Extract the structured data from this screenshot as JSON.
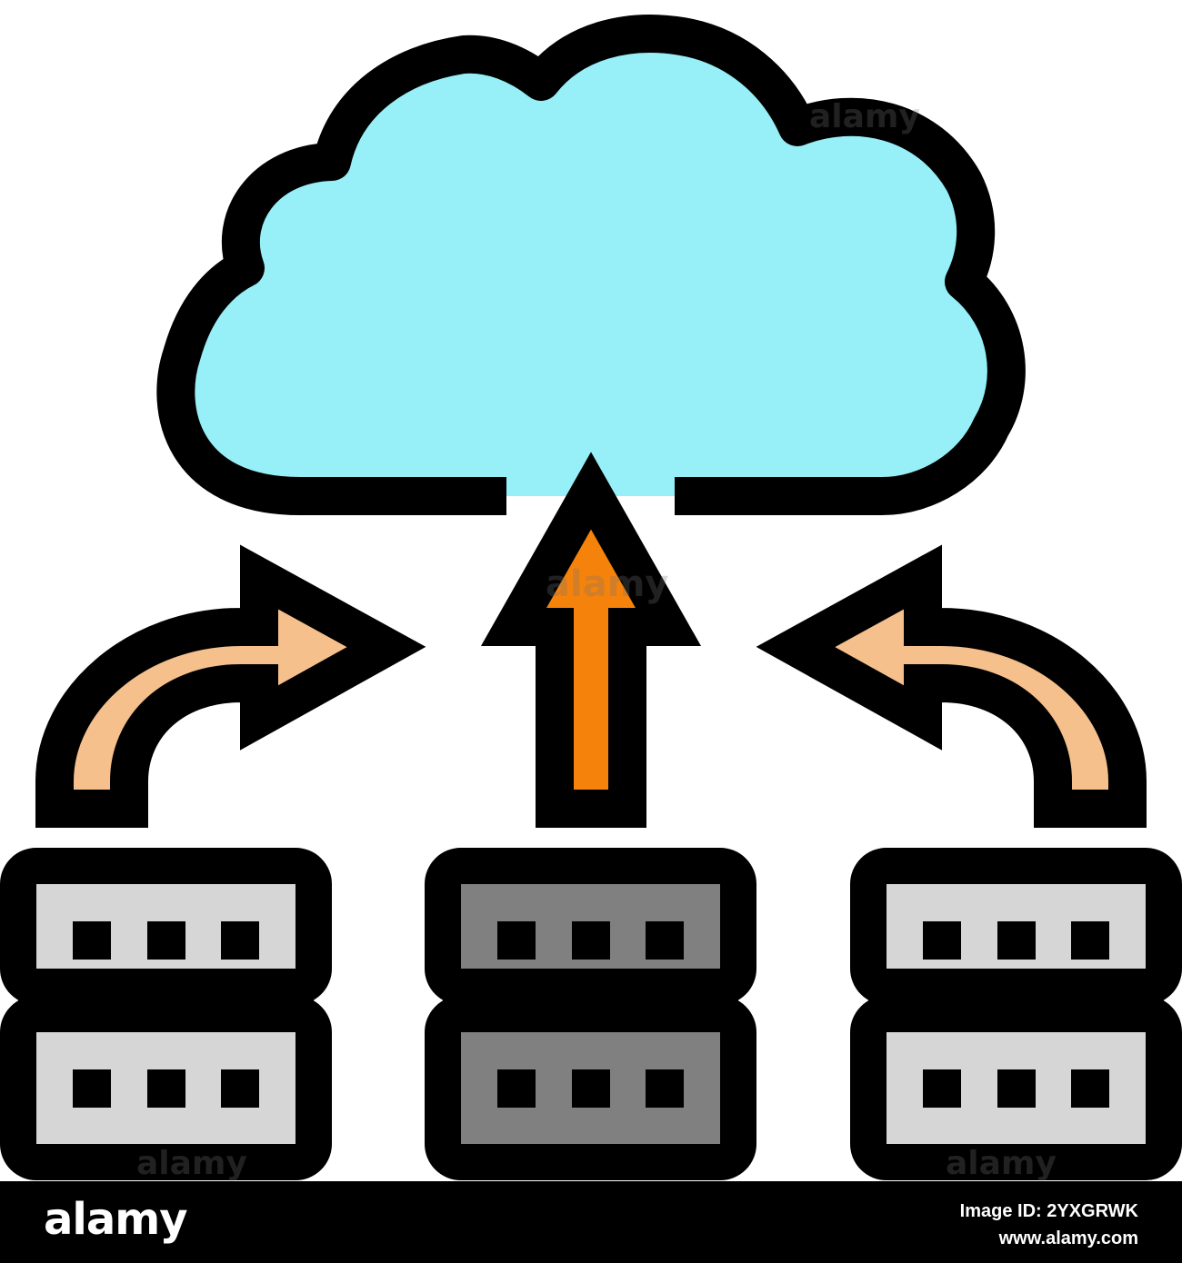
{
  "colors": {
    "cloud": "#97eff8",
    "side_arrow": "#f6c08d",
    "center_arrow": "#f5820b",
    "server_light": "#d6d6d6",
    "server_dark": "#808080",
    "outline": "#000000"
  },
  "icon": {
    "name": "cloud-migration-icon",
    "parts": [
      "cloud-icon",
      "left-curved-arrow-icon",
      "up-arrow-icon",
      "right-curved-arrow-icon",
      "server-left-icon",
      "server-center-icon",
      "server-right-icon"
    ]
  },
  "watermark": {
    "text": "alamy"
  },
  "footer": {
    "logo": "alamy",
    "image_id": "Image ID: 2YXGRWK",
    "site": "www.alamy.com"
  }
}
